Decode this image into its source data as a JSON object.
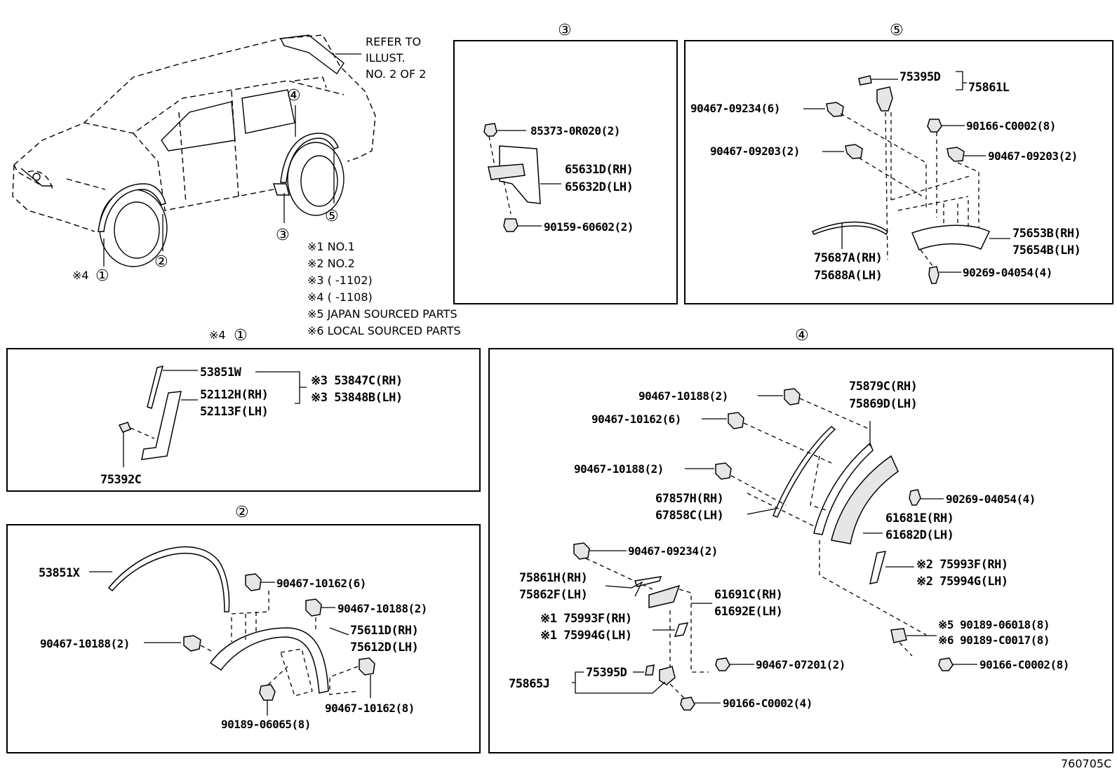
{
  "diagram_id": "760705C",
  "refer_note": [
    "REFER TO",
    "ILLUST.",
    "NO. 2 OF 2"
  ],
  "notes": [
    "※1 NO.1",
    "※2 NO.2",
    "※3 (       -1102)",
    "※4 (       -1108)",
    "※5 JAPAN SOURCED PARTS",
    "※6 LOCAL SOURCED PARTS"
  ],
  "overview_callouts": {
    "c1": "①",
    "c2": "②",
    "c3": "③",
    "c4": "④",
    "c5": "⑤",
    "m4": "※4"
  },
  "section_1": {
    "title_mark": "※4",
    "title_num": "①",
    "parts": {
      "p1": "53851W",
      "p2": "52112H(RH)",
      "p3": "52113F(LH)",
      "p4": "75392C",
      "p5": "※3 53847C(RH)",
      "p6": "※3 53848B(LH)"
    }
  },
  "section_2": {
    "title_num": "②",
    "parts": {
      "p1": "53851X",
      "p2": "90467-10162(6)",
      "p3": "90467-10188(2)",
      "p4": "90467-10188(2)",
      "p5": "75611D(RH)",
      "p6": "75612D(LH)",
      "p7": "90189-06065(8)",
      "p8": "90467-10162(8)"
    }
  },
  "section_3": {
    "title_num": "③",
    "parts": {
      "p1": "85373-0R020(2)",
      "p2": "65631D(RH)",
      "p3": "65632D(LH)",
      "p4": "90159-60602(2)"
    }
  },
  "section_4": {
    "title_num": "④",
    "parts": {
      "p1": "90467-10188(2)",
      "p2": "90467-10162(6)",
      "p3": "90467-10188(2)",
      "p4": "75879C(RH)",
      "p5": "75869D(LH)",
      "p6": "67857H(RH)",
      "p7": "67858C(LH)",
      "p8": "90269-04054(4)",
      "p9": "61681E(RH)",
      "p10": "61682D(LH)",
      "p11": "90467-09234(2)",
      "p12": "75861H(RH)",
      "p13": "75862F(LH)",
      "p14": "61691C(RH)",
      "p15": "61692E(LH)",
      "p16": "※1 75993F(RH)",
      "p17": "※1 75994G(LH)",
      "p18": "※2 75993F(RH)",
      "p19": "※2 75994G(LH)",
      "p20": "※5 90189-06018(8)",
      "p21": "※6 90189-C0017(8)",
      "p22": "90467-07201(2)",
      "p23": "75395D",
      "p24": "75865J",
      "p25": "90166-C0002(8)",
      "p26": "90166-C0002(4)"
    }
  },
  "section_5": {
    "title_num": "⑤",
    "parts": {
      "p1": "75395D",
      "p2": "75861L",
      "p3": "90467-09234(6)",
      "p4": "90166-C0002(8)",
      "p5": "90467-09203(2)",
      "p6": "90467-09203(2)",
      "p7": "75653B(RH)",
      "p8": "75654B(LH)",
      "p9": "75687A(RH)",
      "p10": "75688A(LH)",
      "p11": "90269-04054(4)"
    }
  }
}
